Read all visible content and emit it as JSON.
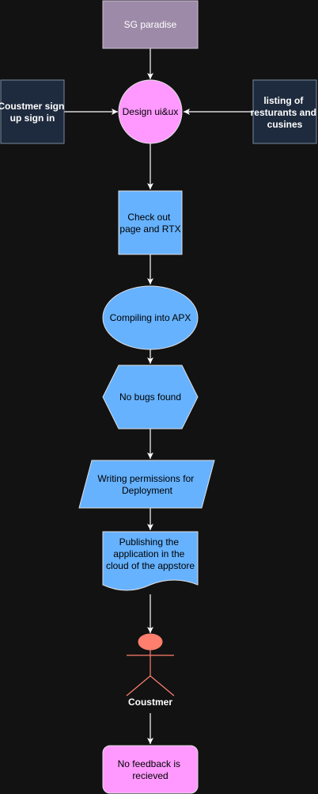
{
  "diagram": {
    "nodes": {
      "sg_paradise": {
        "label": [
          "SG paradise"
        ],
        "fill": "#9d8aa8",
        "text_color": "#ffffff"
      },
      "design": {
        "label": [
          "Design ui&ux"
        ],
        "fill": "#ff99ff",
        "text_color": "#000000"
      },
      "customer_signup": {
        "label": [
          "Coustmer sign",
          "up sign in"
        ],
        "fill": "#1e2a3d",
        "text_color": "#ffffff"
      },
      "listing": {
        "label": [
          "listing of",
          "resturants and",
          "cusines"
        ],
        "fill": "#1e2a3d",
        "text_color": "#ffffff"
      },
      "checkout": {
        "label": [
          "Check out",
          "page and RTX"
        ],
        "fill": "#66b2ff",
        "text_color": "#000000"
      },
      "compiling": {
        "label": [
          "Compiling into APX"
        ],
        "fill": "#66b2ff",
        "text_color": "#000000"
      },
      "no_bugs": {
        "label": [
          "No bugs found"
        ],
        "fill": "#66b2ff",
        "text_color": "#000000"
      },
      "permissions": {
        "label": [
          "Writing permissions for",
          "Deployment"
        ],
        "fill": "#66b2ff",
        "text_color": "#000000"
      },
      "publishing": {
        "label": [
          "Publishing the",
          "application in the",
          "cloud of the appstore"
        ],
        "fill": "#66b2ff",
        "text_color": "#000000"
      },
      "customer_actor": {
        "label": [
          "Coustmer"
        ],
        "fill": "#ff7f6e",
        "text_color": "#ffffff"
      },
      "no_feedback": {
        "label": [
          "No feedback is",
          "recieved"
        ],
        "fill": "#ff99ff",
        "text_color": "#000000"
      }
    },
    "edges": [
      {
        "from": "sg_paradise",
        "to": "design"
      },
      {
        "from": "customer_signup",
        "to": "design"
      },
      {
        "from": "listing",
        "to": "design"
      },
      {
        "from": "design",
        "to": "checkout"
      },
      {
        "from": "checkout",
        "to": "compiling"
      },
      {
        "from": "compiling",
        "to": "no_bugs"
      },
      {
        "from": "no_bugs",
        "to": "permissions"
      },
      {
        "from": "permissions",
        "to": "publishing"
      },
      {
        "from": "publishing",
        "to": "customer_actor"
      },
      {
        "from": "customer_actor",
        "to": "no_feedback"
      }
    ],
    "colors": {
      "background": "#121212",
      "edge": "#ffffff",
      "node_border": "#e0e0e0",
      "dark_box_border": "#7a8aa0"
    }
  }
}
